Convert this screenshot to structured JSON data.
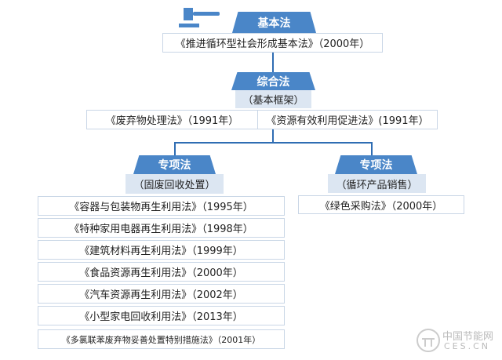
{
  "basic_law": {
    "title": "基本法",
    "laws": [
      "《推进循环型社会形成基本法》（2000年）"
    ]
  },
  "comprehensive_law": {
    "title": "综合法",
    "subtitle": "（基本框架）",
    "laws": [
      "《废弃物处理法》（1991年）",
      "《资源有效利用促进法》(1991年）"
    ]
  },
  "special_law_left": {
    "title": "专项法",
    "subtitle": "（固废回收处置）",
    "laws": [
      "《容器与包装物再生利用法》（1995年）",
      "《特种家用电器再生利用法》（1998年）",
      "《建筑材料再生利用法》（1999年）",
      "《食品资源再生利用法》（2000年）",
      "《汽车资源再生利用法》（2002年）",
      "《小型家电回收利用法》（2013年）",
      "《多氯联苯废弃物妥善处置特别措施法》（2001年）"
    ]
  },
  "special_law_right": {
    "title": "专项法",
    "subtitle": "（循环产品销售）",
    "laws": [
      "《绿色采购法》（2000年）"
    ]
  },
  "watermark": {
    "cn": "中国节能网",
    "en": "CES.CN"
  },
  "colors": {
    "accent": "#4a86c8",
    "sub_bg": "#dce6f2",
    "line": "#2f6db3"
  }
}
